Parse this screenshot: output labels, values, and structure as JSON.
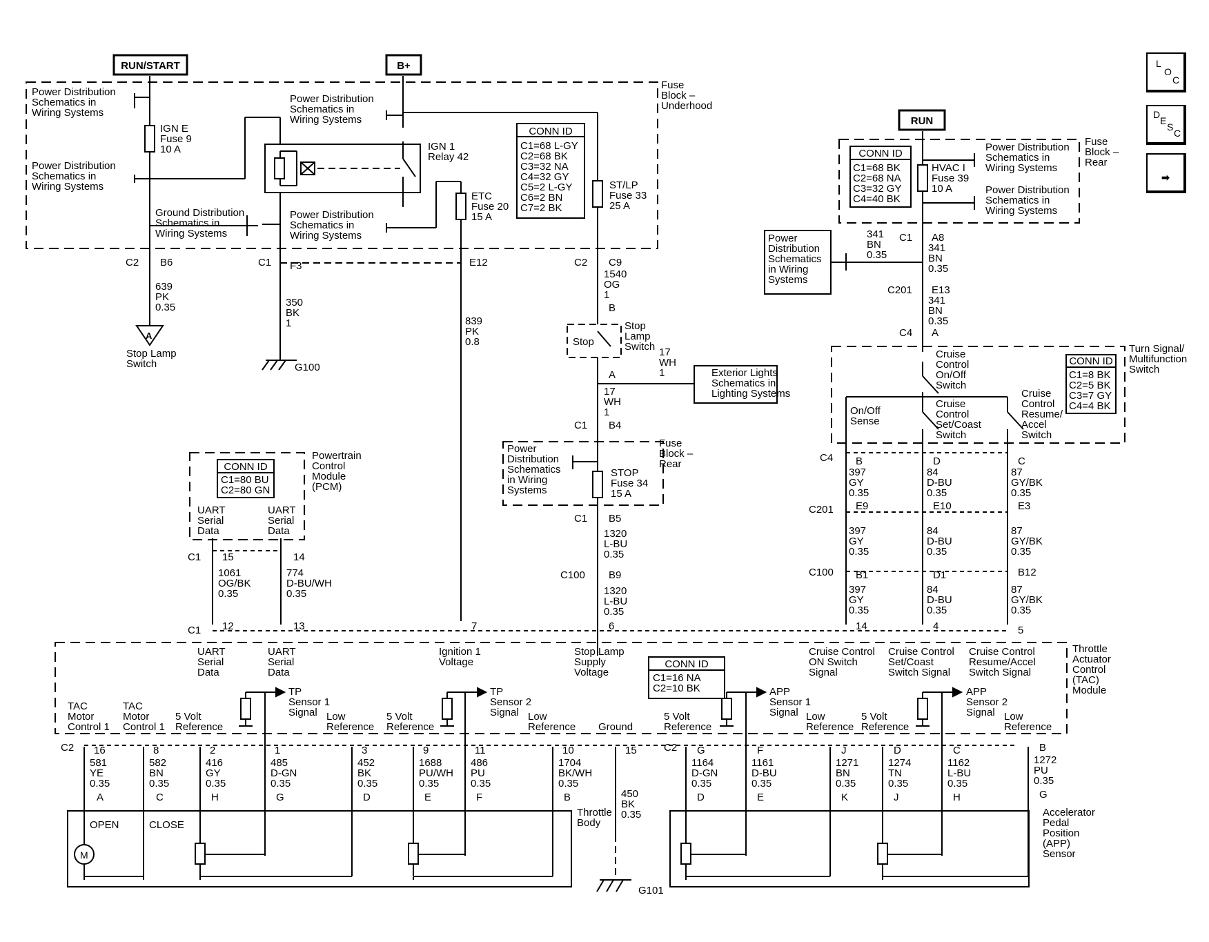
{
  "supply": {
    "run_start": "RUN/START",
    "b_plus": "B+",
    "run": "RUN"
  },
  "nav": {
    "loc": [
      "L",
      "O",
      "C"
    ],
    "desc": [
      "D",
      "E",
      "S",
      "C"
    ],
    "next_arrow": "➡"
  },
  "fuse_block_underhood": {
    "title": [
      "Fuse",
      "Block –",
      "Underhood"
    ],
    "ref_pd_1": [
      "Power Distribution",
      "Schematics in",
      "Wiring Systems"
    ],
    "ref_pd_2": [
      "Power Distribution",
      "Schematics in",
      "Wiring Systems"
    ],
    "ref_pd_3": [
      "Power Distribution",
      "Schematics in",
      "Wiring Systems"
    ],
    "ref_pd_4": [
      "Power Distribution",
      "Schematics in",
      "Wiring Systems"
    ],
    "ref_ground": [
      "Ground Distribution",
      "Schematics in",
      "Wiring Systems"
    ],
    "fuse_ign_e": [
      "IGN E",
      "Fuse 9",
      "10 A"
    ],
    "relay_ign1": [
      "IGN 1",
      "Relay 42"
    ],
    "fuse_etc": [
      "ETC",
      "Fuse 20",
      "15 A"
    ],
    "fuse_stlp": [
      "ST/LP",
      "Fuse 33",
      "25 A"
    ],
    "conn_id": {
      "title": "CONN ID",
      "rows": [
        "C1=68 L-GY",
        "C2=68 BK",
        "C3=32 NA",
        "C4=32 GY",
        "C5=2 L-GY",
        "C6=2 BN",
        "C7=2 BK"
      ]
    }
  },
  "fuse_block_rear_top": {
    "title": [
      "Fuse",
      "Block –",
      "Rear"
    ],
    "conn_id": {
      "title": "CONN ID",
      "rows": [
        "C1=68 BK",
        "C2=68 NA",
        "C3=32 GY",
        "C4=40 BK"
      ]
    },
    "fuse_hvac": [
      "HVAC I",
      "Fuse 39",
      "10 A"
    ],
    "ref_pd_a": [
      "Power Distribution",
      "Schematics in",
      "Wiring Systems"
    ],
    "ref_pd_b": [
      "Power Distribution",
      "Schematics in",
      "Wiring Systems"
    ]
  },
  "ref_pd_boxed": [
    "Power",
    "Distribution",
    "Schematics",
    "in Wiring",
    "Systems"
  ],
  "wire_341_side": [
    "341",
    "BN",
    "0.35"
  ],
  "connectors": {
    "c2b6": [
      "C2",
      "B6"
    ],
    "c1f3": [
      "C1",
      "F3"
    ],
    "e12": "E12",
    "c2c9": [
      "C2",
      "C9"
    ],
    "c1a8": [
      "C1",
      "A8"
    ],
    "c201e13": [
      "C201",
      "E13"
    ],
    "c4a": [
      "C4",
      "A"
    ],
    "b": "B",
    "a": "A",
    "c1b4": [
      "C1",
      "B4"
    ],
    "c1b5": [
      "C1",
      "B5"
    ],
    "c100b9": [
      "C100",
      "B9"
    ],
    "c1_15_14": [
      "C1",
      "15",
      "14"
    ],
    "c1_12_13": [
      "C1",
      "12",
      "13"
    ],
    "pin_7": "7",
    "pin_6": "6",
    "c4_bdc": [
      "C4",
      "B",
      "D",
      "C"
    ],
    "c201_e9_e10_e3": [
      "C201",
      "E9",
      "E10",
      "E3"
    ],
    "c100_b1_d1_b12": [
      "C100",
      "B1",
      "D1",
      "B12"
    ],
    "pins_14_4_5": [
      "14",
      "4",
      "5"
    ]
  },
  "wires": {
    "w639": [
      "639",
      "PK",
      "0.35"
    ],
    "w350": [
      "350",
      "BK",
      "1"
    ],
    "w839": [
      "839",
      "PK",
      "0.8"
    ],
    "w1540": [
      "1540",
      "OG",
      "1"
    ],
    "w17a": [
      "17",
      "WH",
      "1"
    ],
    "w17b": [
      "17",
      "WH",
      "1"
    ],
    "w1320a": [
      "1320",
      "L-BU",
      "0.35"
    ],
    "w1320b": [
      "1320",
      "L-BU",
      "0.35"
    ],
    "w341a": [
      "341",
      "BN",
      "0.35"
    ],
    "w341b": [
      "341",
      "BN",
      "0.35"
    ],
    "w1061": [
      "1061",
      "OG/BK",
      "0.35"
    ],
    "w774": [
      "774",
      "D-BU/WH",
      "0.35"
    ],
    "w397a": [
      "397",
      "GY",
      "0.35"
    ],
    "w84a": [
      "84",
      "D-BU",
      "0.35"
    ],
    "w87a": [
      "87",
      "GY/BK",
      "0.35"
    ],
    "w397b": [
      "397",
      "GY",
      "0.35"
    ],
    "w84b": [
      "84",
      "D-BU",
      "0.35"
    ],
    "w87b": [
      "87",
      "GY/BK",
      "0.35"
    ],
    "w397c": [
      "397",
      "GY",
      "0.35"
    ],
    "w84c": [
      "84",
      "D-BU",
      "0.35"
    ],
    "w87c": [
      "87",
      "GY/BK",
      "0.35"
    ]
  },
  "stop_lamp_switch_ref": [
    "Stop Lamp",
    "Switch"
  ],
  "ground_g100": "G100",
  "ground_g101": "G101",
  "stop_lamp_switch": {
    "label": "Stop",
    "title": [
      "Stop",
      "Lamp",
      "Switch"
    ]
  },
  "exterior_lights_ref": [
    "Exterior Lights",
    "Schematics in",
    "Lighting Systems"
  ],
  "fuse_block_rear_mid": {
    "title": [
      "Fuse",
      "Block –",
      "Rear"
    ],
    "ref_pd": [
      "Power",
      "Distribution",
      "Schematics",
      "in Wiring",
      "Systems"
    ],
    "fuse_stop": [
      "STOP",
      "Fuse 34",
      "15 A"
    ]
  },
  "pcm": {
    "title": [
      "Powertrain",
      "Control",
      "Module",
      "(PCM)"
    ],
    "conn_id": {
      "title": "CONN ID",
      "rows": [
        "C1=80 BU",
        "C2=80 GN"
      ]
    },
    "uart1": [
      "UART",
      "Serial",
      "Data"
    ],
    "uart2": [
      "UART",
      "Serial",
      "Data"
    ]
  },
  "turn_signal_switch": {
    "title": [
      "Turn Signal/",
      "Multifunction",
      "Switch"
    ],
    "conn_id": {
      "title": "CONN ID",
      "rows": [
        "C1=8 BK",
        "C2=5 BK",
        "C3=7 GY",
        "C4=4 BK"
      ]
    },
    "cruise_onoff": [
      "Cruise",
      "Control",
      "On/Off",
      "Switch"
    ],
    "onoff_sense": [
      "On/Off",
      "Sense"
    ],
    "cruise_setcoast": [
      "Cruise",
      "Control",
      "Set/Coast",
      "Switch"
    ],
    "cruise_resume": [
      "Cruise",
      "Control",
      "Resume/",
      "Accel",
      "Switch"
    ]
  },
  "tac": {
    "title": [
      "Throttle",
      "Actuator",
      "Control",
      "(TAC)",
      "Module"
    ],
    "conn_id": {
      "title": "CONN ID",
      "rows": [
        "C1=16 NA",
        "C2=10 BK"
      ]
    },
    "top_labels": {
      "uart1": [
        "UART",
        "Serial",
        "Data"
      ],
      "uart2": [
        "UART",
        "Serial",
        "Data"
      ],
      "ign1": [
        "Ignition 1",
        "Voltage"
      ],
      "stop": [
        "Stop Lamp",
        "Supply",
        "Voltage"
      ],
      "cc_on": [
        "Cruise Control",
        "ON Switch",
        "Signal"
      ],
      "cc_set": [
        "Cruise Control",
        "Set/Coast",
        "Switch Signal"
      ],
      "cc_res": [
        "Cruise Control",
        "Resume/Accel",
        "Switch Signal"
      ]
    },
    "bottom_labels": {
      "tac1": [
        "TAC",
        "Motor",
        "Control 1"
      ],
      "tac2": [
        "TAC",
        "Motor",
        "Control 1"
      ],
      "v5a": [
        "5 Volt",
        "Reference"
      ],
      "tp1": [
        "TP",
        "Sensor 1",
        "Signal"
      ],
      "lowa": [
        "Low",
        "Reference"
      ],
      "v5b": [
        "5 Volt",
        "Reference"
      ],
      "tp2": [
        "TP",
        "Sensor 2",
        "Signal"
      ],
      "lowb": [
        "Low",
        "Reference"
      ],
      "gnd": "Ground",
      "v5c": [
        "5 Volt",
        "Reference"
      ],
      "app1": [
        "APP",
        "Sensor 1",
        "Signal"
      ],
      "lowc": [
        "Low",
        "Reference"
      ],
      "v5d": [
        "5 Volt",
        "Reference"
      ],
      "app2": [
        "APP",
        "Sensor 2",
        "Signal"
      ],
      "lowd": [
        "Low",
        "Reference"
      ]
    }
  },
  "bottom_wires": {
    "c2": "C2",
    "pins": [
      "16",
      "8",
      "2",
      "1",
      "3",
      "9",
      "11",
      "10",
      "15"
    ],
    "w581": [
      "581",
      "YE",
      "0.35"
    ],
    "w582": [
      "582",
      "BN",
      "0.35"
    ],
    "w416": [
      "416",
      "GY",
      "0.35"
    ],
    "w485": [
      "485",
      "D-GN",
      "0.35"
    ],
    "w452": [
      "452",
      "BK",
      "0.35"
    ],
    "w1688": [
      "1688",
      "PU/WH",
      "0.35"
    ],
    "w486": [
      "486",
      "PU",
      "0.35"
    ],
    "w1704": [
      "1704",
      "BK/WH",
      "0.35"
    ],
    "w450": [
      "450",
      "BK",
      "0.35"
    ],
    "tb_pins": [
      "A",
      "C",
      "H",
      "G",
      "D",
      "E",
      "F",
      "B"
    ],
    "c2r": "C2",
    "pins_r": [
      "G",
      "F",
      "J",
      "D",
      "C",
      "B"
    ],
    "w1164": [
      "1164",
      "D-GN",
      "0.35"
    ],
    "w1161": [
      "1161",
      "D-BU",
      "0.35"
    ],
    "w1271": [
      "1271",
      "BN",
      "0.35"
    ],
    "w1274": [
      "1274",
      "TN",
      "0.35"
    ],
    "w1162": [
      "1162",
      "L-BU",
      "0.35"
    ],
    "w1272": [
      "1272",
      "PU",
      "0.35"
    ],
    "app_pins": [
      "D",
      "E",
      "K",
      "J",
      "H",
      "G"
    ]
  },
  "throttle_body": {
    "title": [
      "Throttle",
      "Body"
    ],
    "open": "OPEN",
    "close": "CLOSE",
    "motor": "M"
  },
  "app_sensor": {
    "title": [
      "Accelerator",
      "Pedal",
      "Position",
      "(APP)",
      "Sensor"
    ]
  }
}
